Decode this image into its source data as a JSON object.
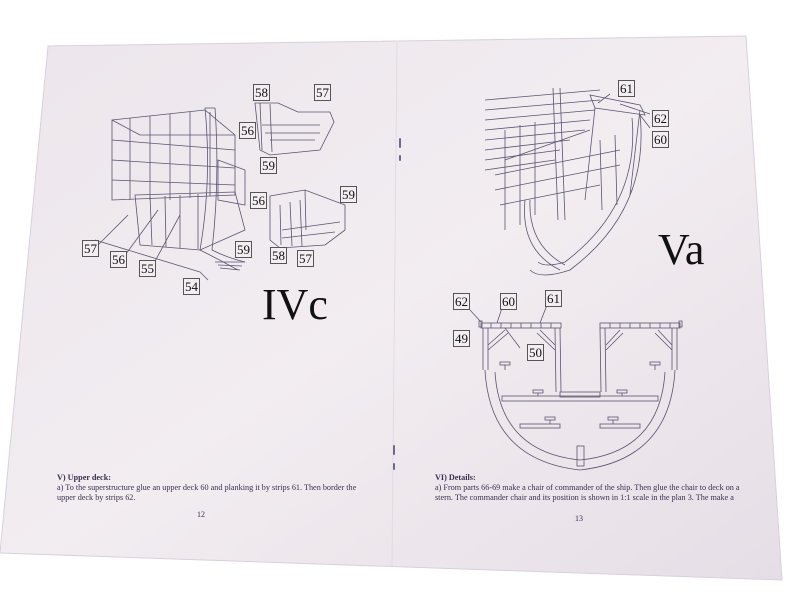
{
  "colors": {
    "background": "#ffffff",
    "paper": "#efe9ef",
    "paper_shadow": "#ddd4e0",
    "ink": "#3a3050",
    "line_art": "#5a5570"
  },
  "left_page": {
    "figure_label": "IVc",
    "callouts": [
      {
        "id": "c58a",
        "text": "58"
      },
      {
        "id": "c57a",
        "text": "57"
      },
      {
        "id": "c56a",
        "text": "56"
      },
      {
        "id": "c59a",
        "text": "59"
      },
      {
        "id": "c56b",
        "text": "56"
      },
      {
        "id": "c59b",
        "text": "59"
      },
      {
        "id": "c59c",
        "text": "59"
      },
      {
        "id": "c58b",
        "text": "58"
      },
      {
        "id": "c57b",
        "text": "57"
      },
      {
        "id": "c57c",
        "text": "57"
      },
      {
        "id": "c56c",
        "text": "56"
      },
      {
        "id": "c55",
        "text": "55"
      },
      {
        "id": "c54",
        "text": "54"
      }
    ],
    "section_heading": "V) Upper deck:",
    "section_body_line1": "a) To the superstructure glue an upper deck 60 and planking it by strips 61. Then border the",
    "section_body_line2": "upper deck by strips 62.",
    "page_number": "12"
  },
  "right_page": {
    "figure_label": "Va",
    "callouts_top": [
      {
        "id": "c61a",
        "text": "61"
      },
      {
        "id": "c62a",
        "text": "62"
      },
      {
        "id": "c60a",
        "text": "60"
      }
    ],
    "callouts_section": [
      {
        "id": "c62b",
        "text": "62"
      },
      {
        "id": "c60b",
        "text": "60"
      },
      {
        "id": "c61b",
        "text": "61"
      },
      {
        "id": "c49",
        "text": "49"
      },
      {
        "id": "c50",
        "text": "50"
      }
    ],
    "section_heading": "VI) Details:",
    "section_body_line1": "a) From parts 66-69 make a chair of commander of the ship. Then glue the chair to deck on a",
    "section_body_line2": "stern. The commander chair and its position is shown in 1:1 scale in the plan 3. The make a",
    "page_number": "13"
  }
}
